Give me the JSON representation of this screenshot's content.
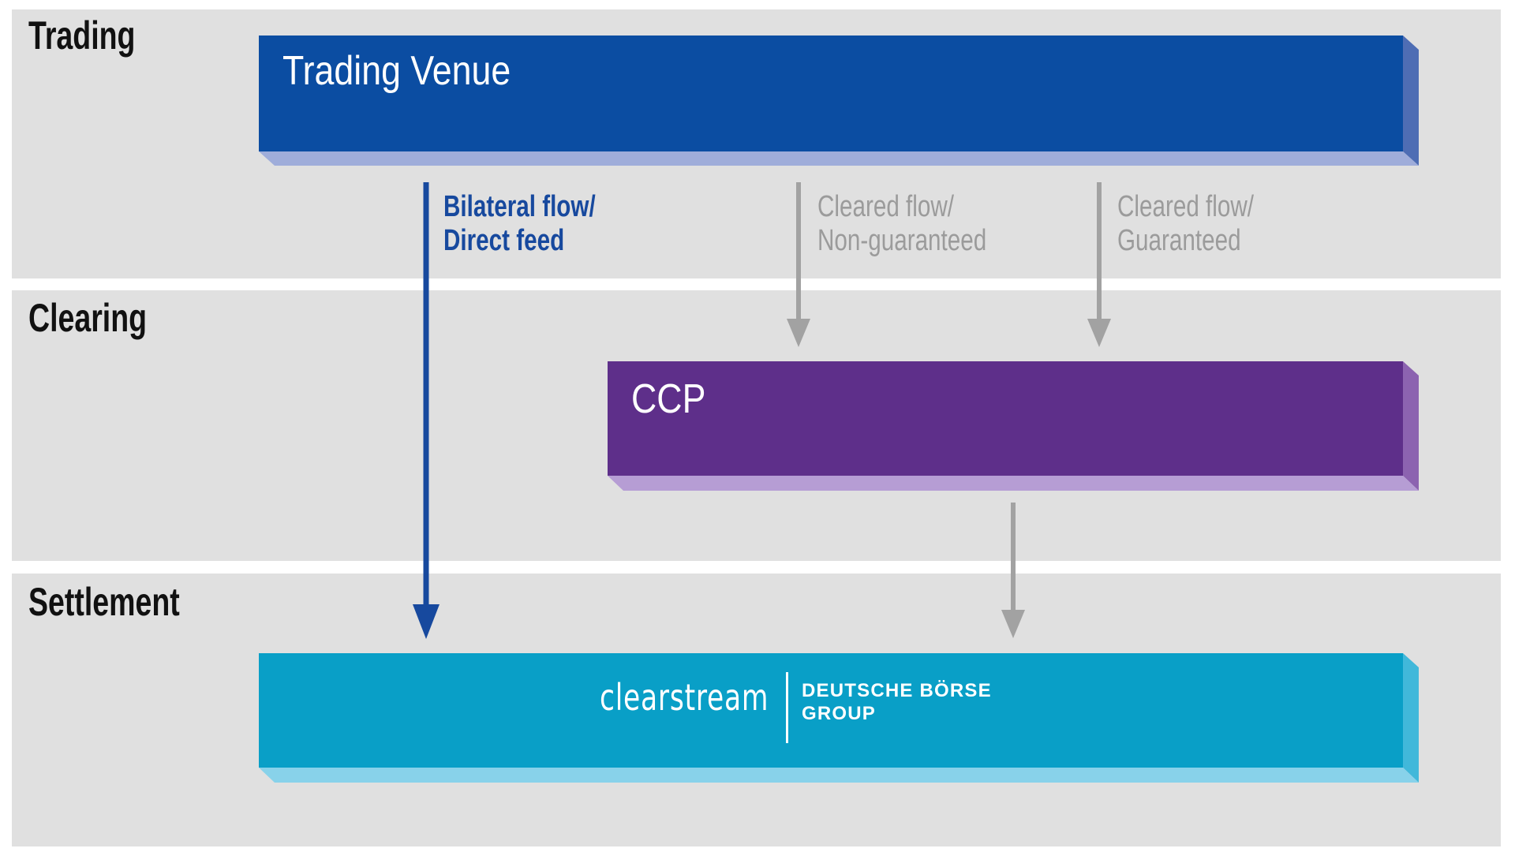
{
  "page": {
    "background": "#ffffff",
    "band_bg": "#e0e0e0",
    "section_label_color": "#111111"
  },
  "bands": {
    "trading": {
      "label": "Trading"
    },
    "clearing": {
      "label": "Clearing"
    },
    "settlement": {
      "label": "Settlement"
    }
  },
  "nodes": {
    "trading_venue": {
      "label": "Trading Venue",
      "front_color": "#0b4da2",
      "side_color": "#4e6db4",
      "bottom_color": "#9fadda",
      "text_color": "#ffffff"
    },
    "ccp": {
      "label": "CCP",
      "front_color": "#5e2f8a",
      "side_color": "#8c63b0",
      "bottom_color": "#b69dd4",
      "text_color": "#ffffff"
    },
    "clearstream": {
      "wordmark": "clearstream",
      "group_name": "DEUTSCHE BÖRSE\nGROUP",
      "front_color": "#099fc7",
      "side_color": "#41b8da",
      "bottom_color": "#88d2ea",
      "text_color": "#ffffff"
    }
  },
  "flows": {
    "bilateral": {
      "label": "Bilateral flow/\nDirect feed",
      "color": "#17499e"
    },
    "cleared_non_guaranteed": {
      "label": "Cleared flow/\nNon-guaranteed",
      "label_color": "#9b9b9b",
      "arrow_color": "#a2a2a2"
    },
    "cleared_guaranteed": {
      "label": "Cleared flow/\nGuaranteed",
      "label_color": "#9b9b9b",
      "arrow_color": "#a2a2a2"
    },
    "ccp_to_settlement": {
      "arrow_color": "#a2a2a2"
    }
  }
}
